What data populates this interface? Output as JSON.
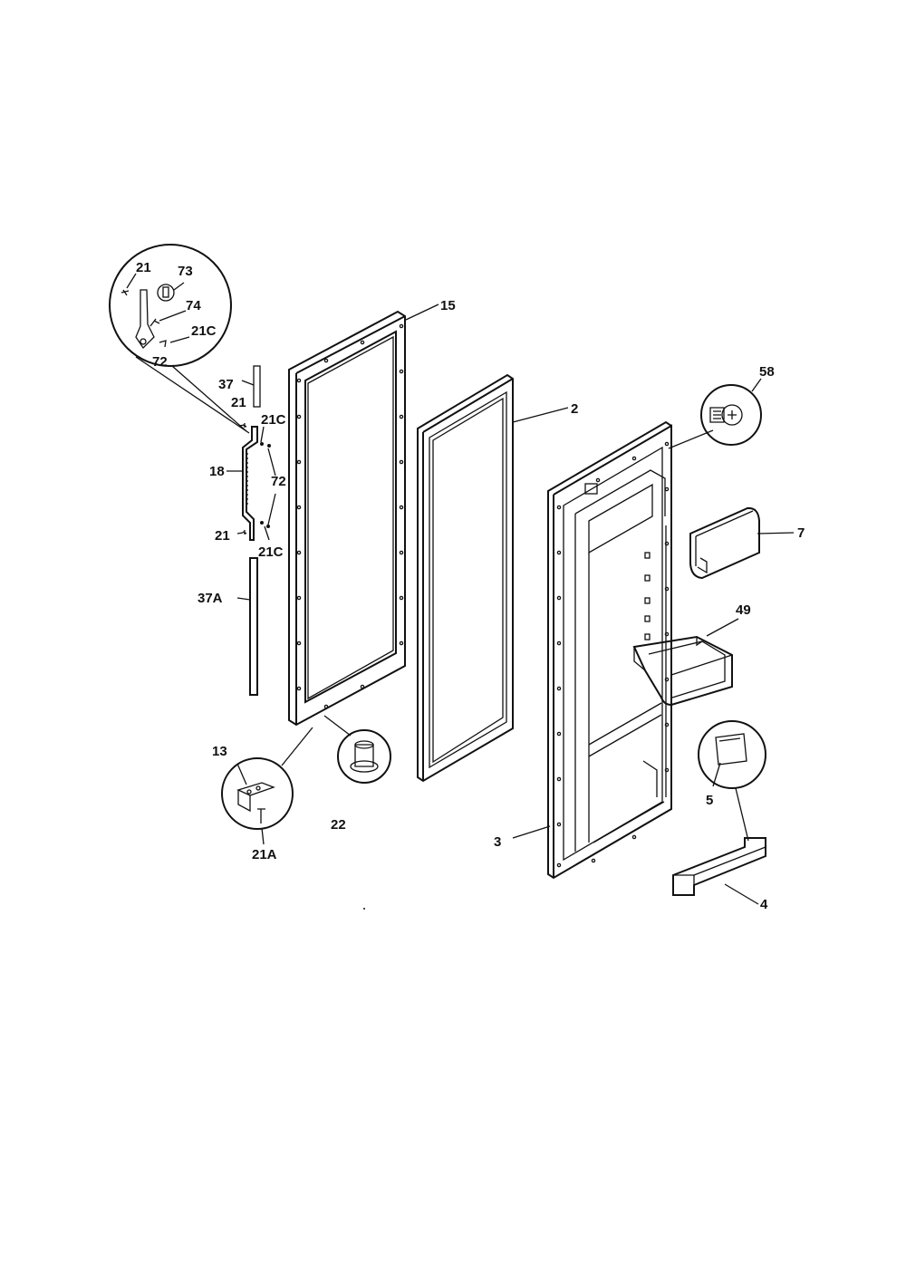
{
  "diagram": {
    "labels": {
      "l21a": "21",
      "l73": "73",
      "l74": "74",
      "l21c_top": "21C",
      "l72_top": "72",
      "l15": "15",
      "l37": "37",
      "l21b": "21",
      "l21c_b": "21C",
      "l18": "18",
      "l72_b": "72",
      "l21c": "21",
      "l21c_c": "21C",
      "l37a": "37A",
      "l2": "2",
      "l58": "58",
      "l7": "7",
      "l49": "49",
      "l13": "13",
      "l22": "22",
      "l21A": "21A",
      "l3": "3",
      "l5": "5",
      "l4": "4"
    }
  }
}
